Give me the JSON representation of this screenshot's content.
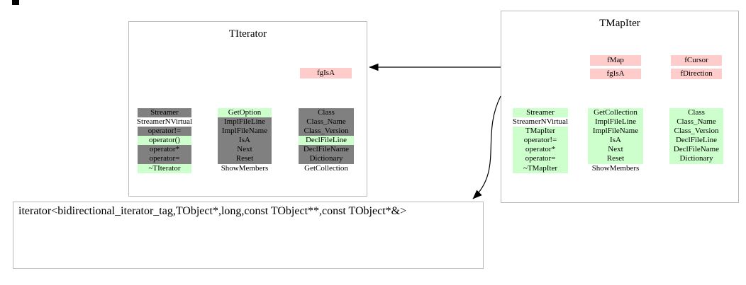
{
  "colors": {
    "pink": "#ffcccc",
    "green": "#ccffcc",
    "gray": "#808080"
  },
  "diagram": {
    "bottom_class": "iterator<bidirectional_iterator_tag,TObject*,long,const TObject**,const TObject*&>",
    "titerator": {
      "title": "TIterator",
      "data_members": [
        {
          "label": "fgIsA",
          "bg": "pink"
        }
      ],
      "col1": [
        {
          "label": "Streamer",
          "bg": "gray"
        },
        {
          "label": "StreamerNVirtual",
          "bg": "none"
        },
        {
          "label": "operator!=",
          "bg": "gray"
        },
        {
          "label": "operator()",
          "bg": "green"
        },
        {
          "label": "operator*",
          "bg": "gray"
        },
        {
          "label": "operator=",
          "bg": "gray"
        },
        {
          "label": "~TIterator",
          "bg": "green"
        }
      ],
      "col2": [
        {
          "label": "GetOption",
          "bg": "green"
        },
        {
          "label": "ImplFileLine",
          "bg": "gray"
        },
        {
          "label": "ImplFileName",
          "bg": "gray"
        },
        {
          "label": "IsA",
          "bg": "gray"
        },
        {
          "label": "Next",
          "bg": "gray"
        },
        {
          "label": "Reset",
          "bg": "gray"
        },
        {
          "label": "ShowMembers",
          "bg": "none"
        }
      ],
      "col3": [
        {
          "label": "Class",
          "bg": "gray"
        },
        {
          "label": "Class_Name",
          "bg": "gray"
        },
        {
          "label": "Class_Version",
          "bg": "gray"
        },
        {
          "label": "DeclFileLine",
          "bg": "green"
        },
        {
          "label": "DeclFileName",
          "bg": "gray"
        },
        {
          "label": "Dictionary",
          "bg": "gray"
        },
        {
          "label": "GetCollection",
          "bg": "none"
        }
      ]
    },
    "tmapiter": {
      "title": "TMapIter",
      "data_members_col1": [
        {
          "label": "fMap",
          "bg": "pink"
        },
        {
          "label": "fgIsA",
          "bg": "pink"
        }
      ],
      "data_members_col2": [
        {
          "label": "fCursor",
          "bg": "pink"
        },
        {
          "label": "fDirection",
          "bg": "pink"
        }
      ],
      "col1": [
        {
          "label": "Streamer",
          "bg": "green"
        },
        {
          "label": "StreamerNVirtual",
          "bg": "none"
        },
        {
          "label": "TMapIter",
          "bg": "green"
        },
        {
          "label": "operator!=",
          "bg": "green"
        },
        {
          "label": "operator*",
          "bg": "green"
        },
        {
          "label": "operator=",
          "bg": "green"
        },
        {
          "label": "~TMapIter",
          "bg": "green"
        }
      ],
      "col2": [
        {
          "label": "GetCollection",
          "bg": "green"
        },
        {
          "label": "ImplFileLine",
          "bg": "green"
        },
        {
          "label": "ImplFileName",
          "bg": "green"
        },
        {
          "label": "IsA",
          "bg": "green"
        },
        {
          "label": "Next",
          "bg": "green"
        },
        {
          "label": "Reset",
          "bg": "green"
        },
        {
          "label": "ShowMembers",
          "bg": "none"
        }
      ],
      "col3": [
        {
          "label": "Class",
          "bg": "green"
        },
        {
          "label": "Class_Name",
          "bg": "green"
        },
        {
          "label": "Class_Version",
          "bg": "green"
        },
        {
          "label": "DeclFileLine",
          "bg": "green"
        },
        {
          "label": "DeclFileName",
          "bg": "green"
        },
        {
          "label": "Dictionary",
          "bg": "green"
        }
      ]
    }
  }
}
